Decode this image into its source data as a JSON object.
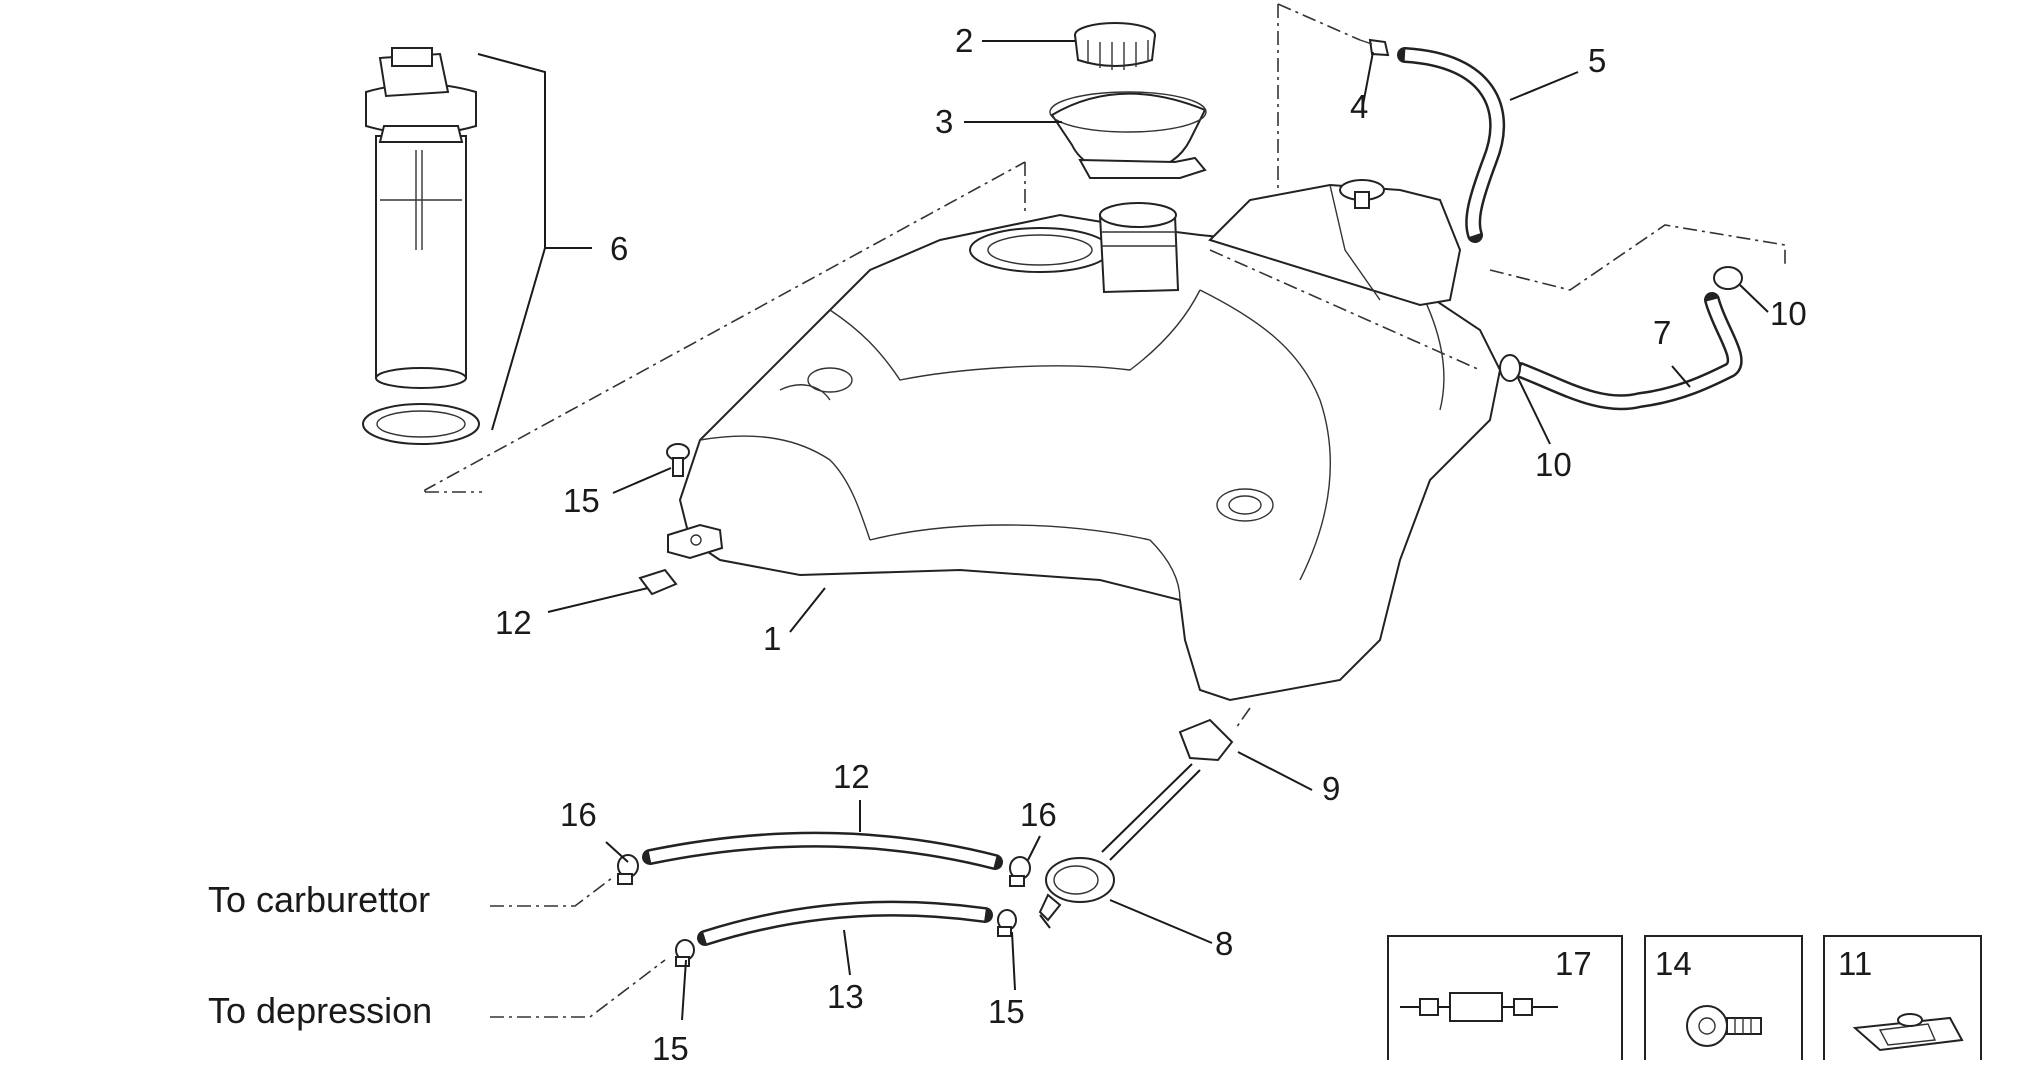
{
  "diagram": {
    "parts": [
      {
        "id": "label-1",
        "text": "1"
      },
      {
        "id": "label-2",
        "text": "2"
      },
      {
        "id": "label-3",
        "text": "3"
      },
      {
        "id": "label-4",
        "text": "4"
      },
      {
        "id": "label-5",
        "text": "5"
      },
      {
        "id": "label-6",
        "text": "6"
      },
      {
        "id": "label-7",
        "text": "7"
      },
      {
        "id": "label-8",
        "text": "8"
      },
      {
        "id": "label-9",
        "text": "9"
      },
      {
        "id": "label-10a",
        "text": "10"
      },
      {
        "id": "label-10b",
        "text": "10"
      },
      {
        "id": "label-12a",
        "text": "12"
      },
      {
        "id": "label-12b",
        "text": "12"
      },
      {
        "id": "label-13",
        "text": "13"
      },
      {
        "id": "label-15a",
        "text": "15"
      },
      {
        "id": "label-15b",
        "text": "15"
      },
      {
        "id": "label-15c",
        "text": "15"
      },
      {
        "id": "label-16a",
        "text": "16"
      },
      {
        "id": "label-16b",
        "text": "16"
      }
    ],
    "destinations": {
      "carburettor": "To carburettor",
      "depression": "To depression"
    },
    "inset_boxes": [
      {
        "id": "box-17",
        "label": "17",
        "item": "inline-fuel-filter"
      },
      {
        "id": "box-14",
        "label": "14",
        "item": "flanged-screw"
      },
      {
        "id": "box-11",
        "label": "11",
        "item": "spring-nut-clip"
      }
    ]
  }
}
